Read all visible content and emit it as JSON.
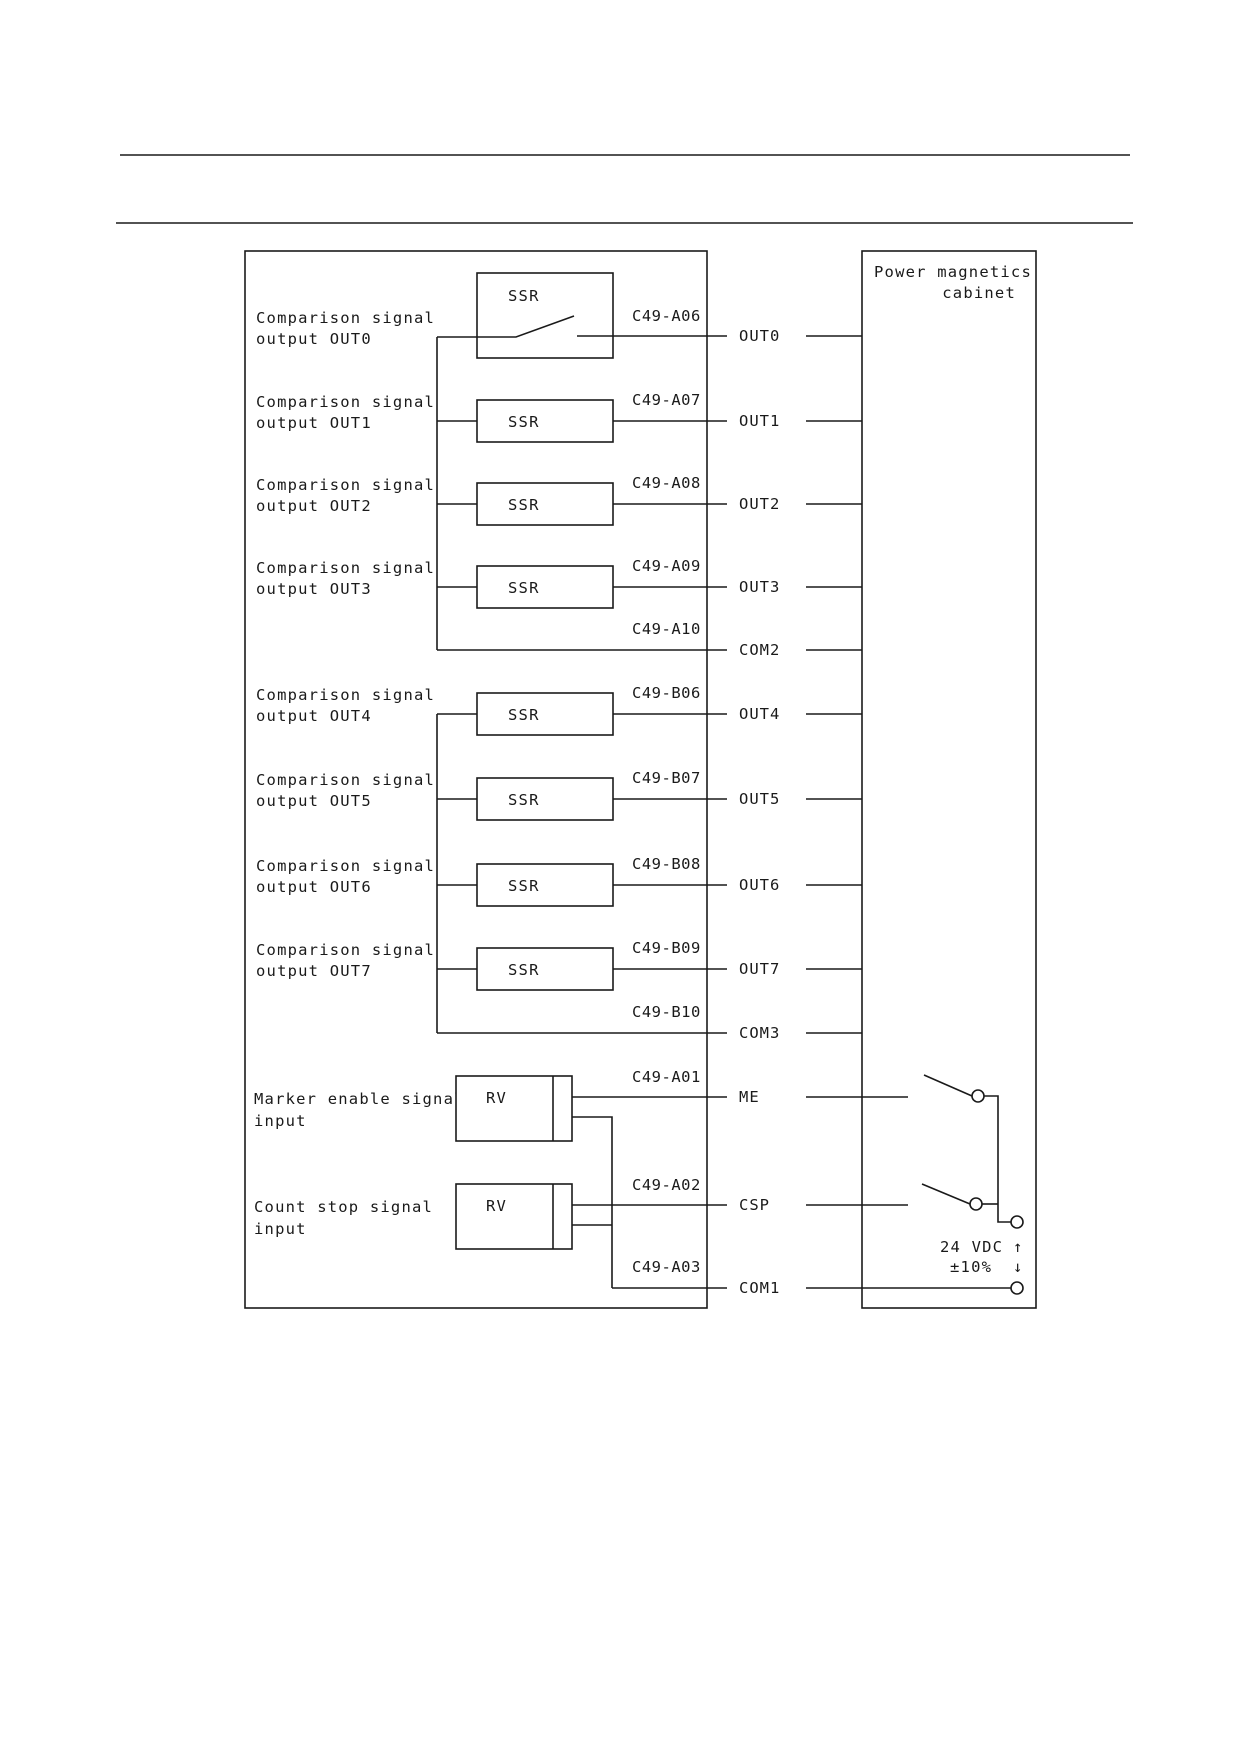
{
  "cabinet": {
    "title_line1": "Power magnetics",
    "title_line2": "cabinet"
  },
  "outputs": [
    {
      "label1": "Comparison signal",
      "label2": "output OUT0",
      "device": "SSR",
      "pin": "C49-A06",
      "terminal": "OUT0",
      "contact_drawn": true
    },
    {
      "label1": "Comparison signal",
      "label2": "output OUT1",
      "device": "SSR",
      "pin": "C49-A07",
      "terminal": "OUT1"
    },
    {
      "label1": "Comparison signal",
      "label2": "output OUT2",
      "device": "SSR",
      "pin": "C49-A08",
      "terminal": "OUT2"
    },
    {
      "label1": "Comparison signal",
      "label2": "output OUT3",
      "device": "SSR",
      "pin": "C49-A09",
      "terminal": "OUT3"
    },
    {
      "label1": "Comparison signal",
      "label2": "output OUT4",
      "device": "SSR",
      "pin": "C49-B06",
      "terminal": "OUT4"
    },
    {
      "label1": "Comparison signal",
      "label2": "output OUT5",
      "device": "SSR",
      "pin": "C49-B07",
      "terminal": "OUT5"
    },
    {
      "label1": "Comparison signal",
      "label2": "output OUT6",
      "device": "SSR",
      "pin": "C49-B08",
      "terminal": "OUT6"
    },
    {
      "label1": "Comparison signal",
      "label2": "output OUT7",
      "device": "SSR",
      "pin": "C49-B09",
      "terminal": "OUT7"
    }
  ],
  "commons": [
    {
      "pin": "C49-A10",
      "terminal": "COM2"
    },
    {
      "pin": "C49-B10",
      "terminal": "COM3"
    }
  ],
  "inputs": [
    {
      "label1": "Marker enable signal",
      "label2": "input",
      "device": "RV",
      "pin": "C49-A01",
      "terminal": "ME"
    },
    {
      "label1": "Count stop signal",
      "label2": "input",
      "device": "RV",
      "pin": "C49-A02",
      "terminal": "CSP"
    }
  ],
  "input_common": {
    "pin": "C49-A03",
    "terminal": "COM1"
  },
  "supply": {
    "voltage": "24 VDC",
    "tolerance": "±10%",
    "arrow_up": "↑",
    "arrow_down": "↓"
  }
}
